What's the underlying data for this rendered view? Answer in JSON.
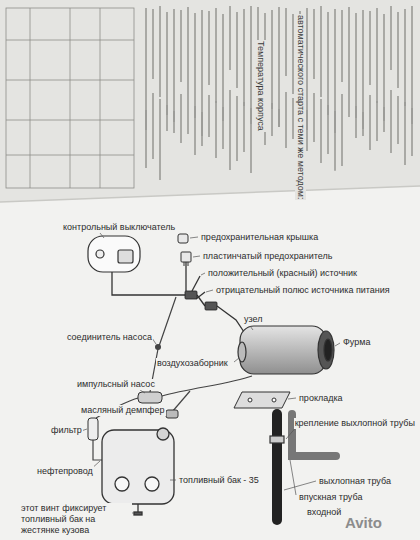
{
  "diagram": {
    "labels": [
      "Температура корпуса",
      "автоматического старта с теми же методом:",
      "контрольный выключатель",
      "предохранительная крышка",
      "пластинчатый предохранитель",
      "положительный (красный) источник",
      "отрицательный полюс источника питания",
      "узел",
      "Фурма",
      "соединитель насоса",
      "воздухозаборник",
      "импульсный насос",
      "масляный демпфер",
      "прокладка",
      "фильтр",
      "крепление выхлопной трубы",
      "нефтепровод",
      "топливный бак - 35",
      "выхлопная труба",
      "впускная труба",
      "входной",
      "этот винт фиксирует топливный бак на жестянке кузова",
      "Avito"
    ]
  }
}
